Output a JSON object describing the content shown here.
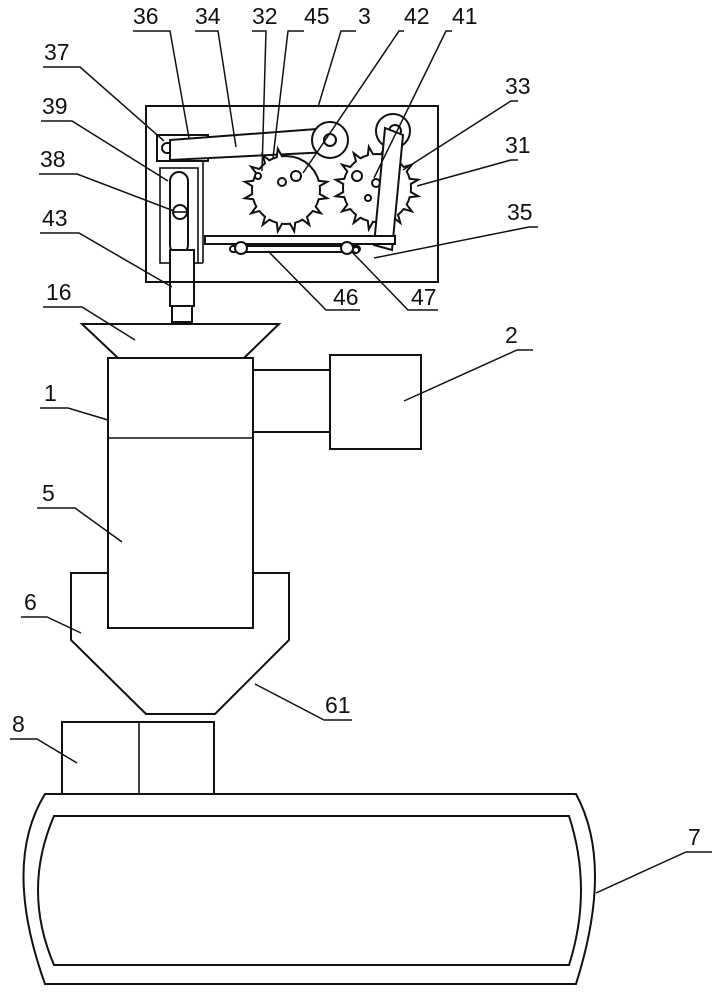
{
  "labels": {
    "l36": "36",
    "l34": "34",
    "l32": "32",
    "l45": "45",
    "l3": "3",
    "l42": "42",
    "l41": "41",
    "l37": "37",
    "l33": "33",
    "l39": "39",
    "l31": "31",
    "l38": "38",
    "l35": "35",
    "l43": "43",
    "l46": "46",
    "l47": "47",
    "l16": "16",
    "l2": "2",
    "l1": "1",
    "l5": "5",
    "l6": "6",
    "l61": "61",
    "l8": "8",
    "l7": "7"
  }
}
